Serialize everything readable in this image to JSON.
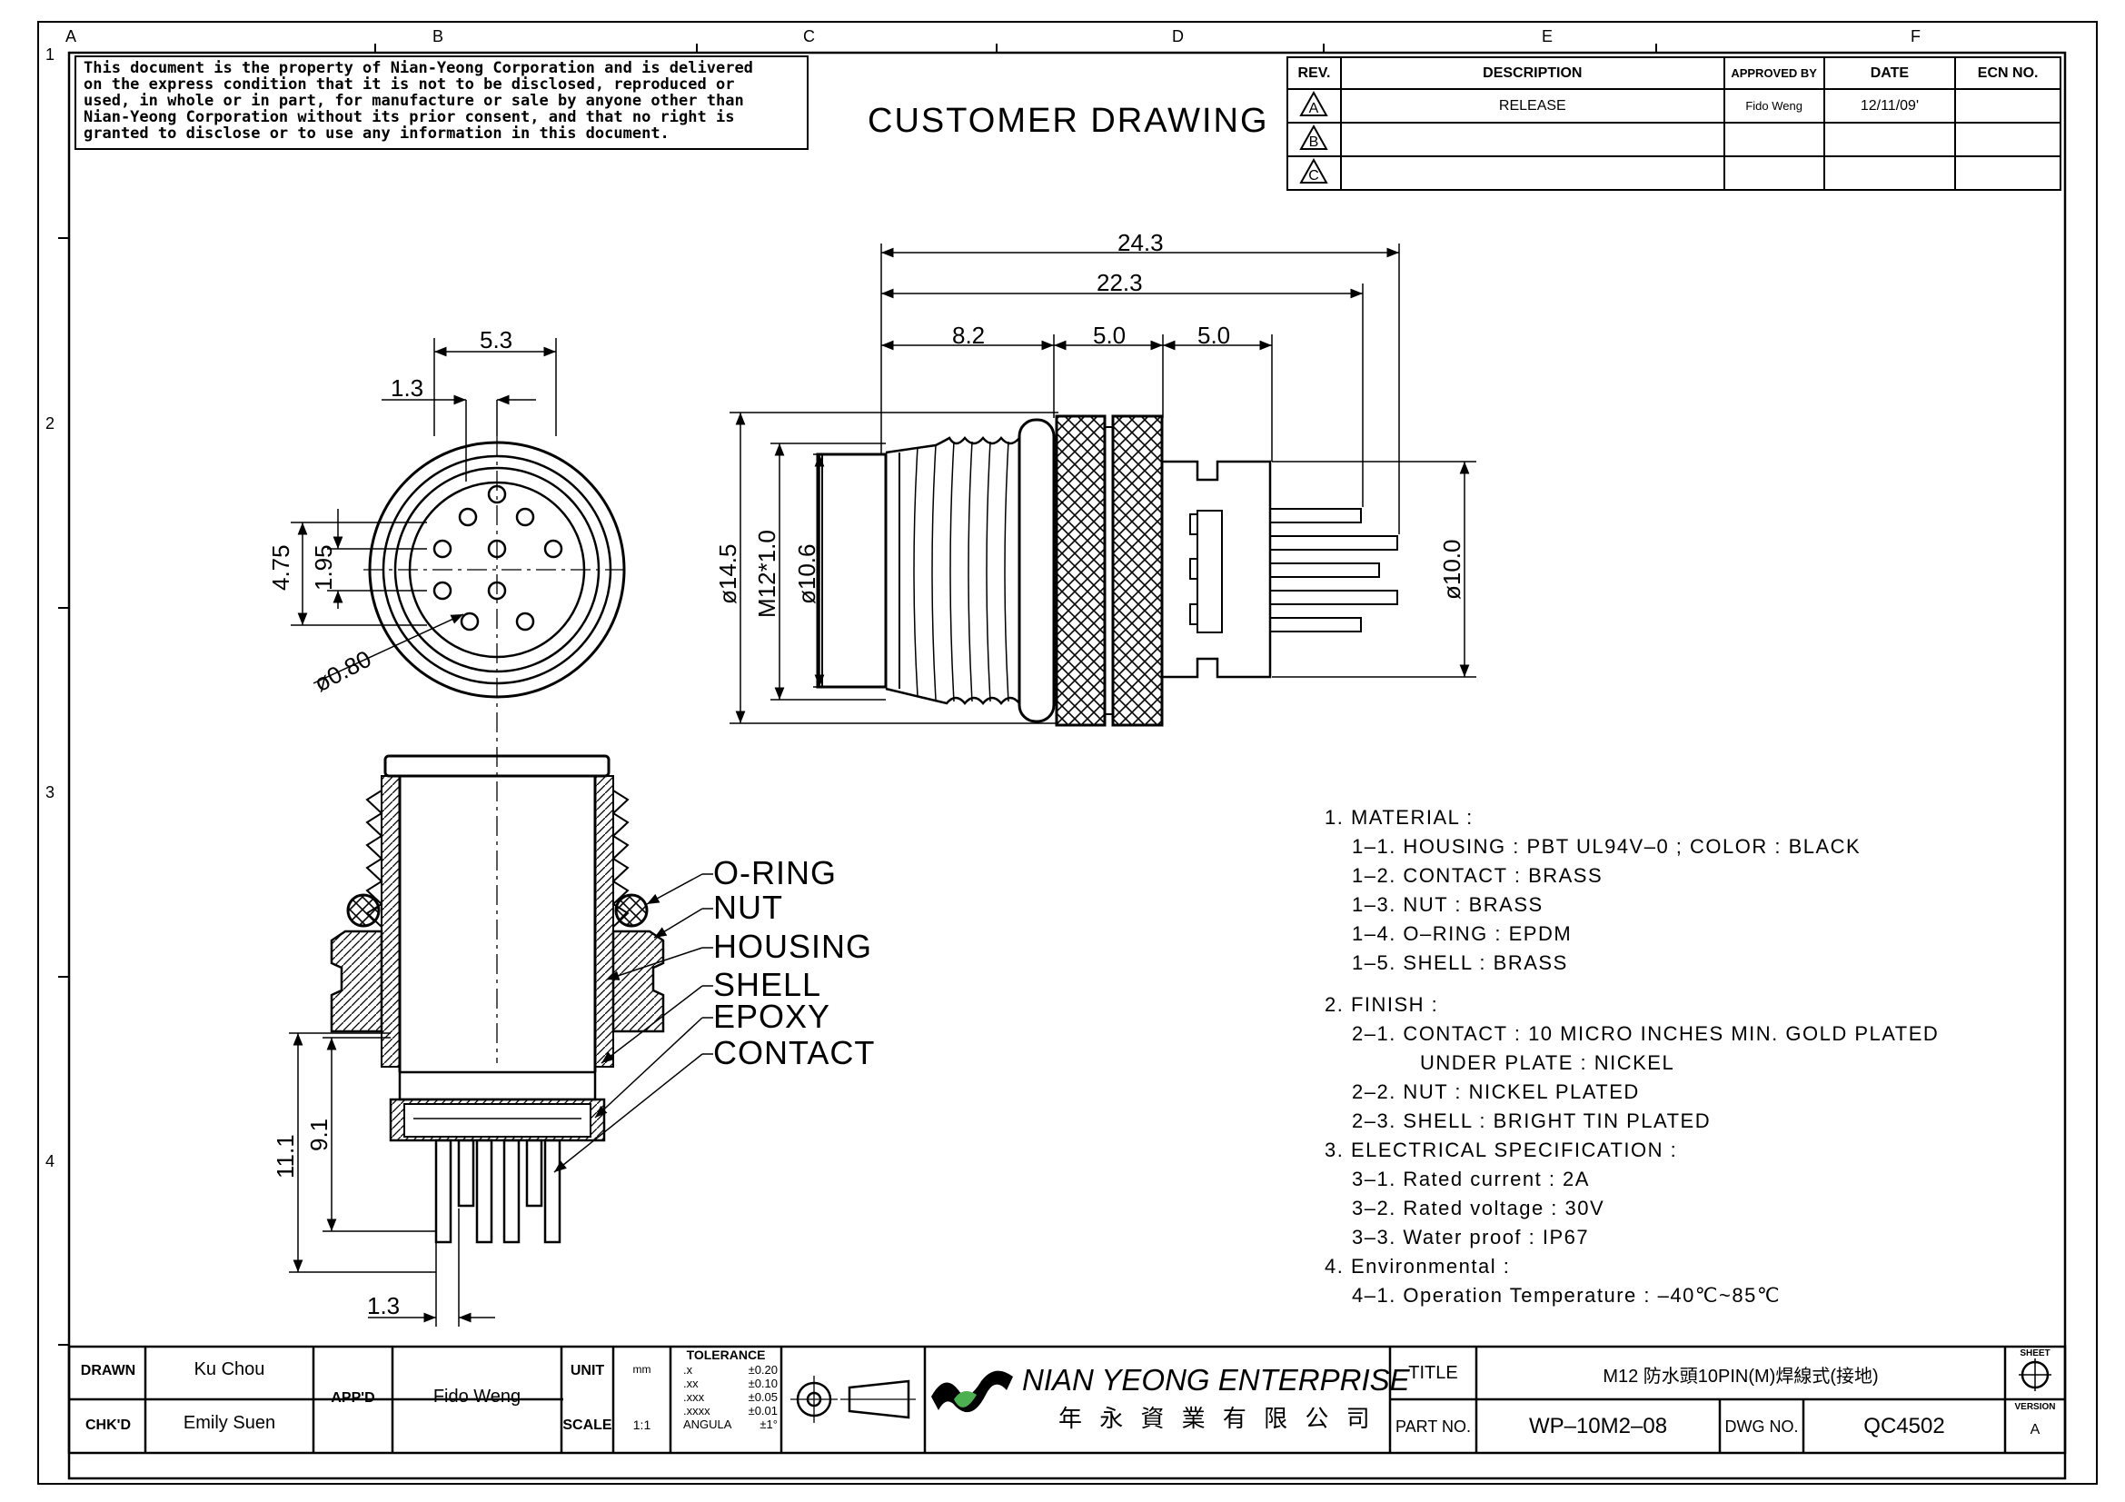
{
  "disclaimer": {
    "lines": [
      "This document is the property of Nian-Yeong Corporation and is delivered",
      "on  the  express condition that it is not to be disclosed, reproduced or",
      "used, in whole or in part, for manufacture or sale by anyone other than",
      "Nian-Yeong Corporation without  its prior consent, and that  no right  is",
      "granted to disclose or to use any information in this  document."
    ]
  },
  "drawing_title": "CUSTOMER  DRAWING",
  "zones": {
    "cols": [
      "A",
      "B",
      "C",
      "D",
      "E",
      "F"
    ],
    "rows": [
      "1",
      "2",
      "3",
      "4"
    ]
  },
  "revision_table": {
    "headers": [
      "REV.",
      "DESCRIPTION",
      "APPROVED BY",
      "DATE",
      "ECN NO."
    ],
    "rows": [
      {
        "rev": "A",
        "description": "RELEASE",
        "approved": "Fido Weng",
        "date": "12/11/09'",
        "ecn": ""
      },
      {
        "rev": "B",
        "description": "",
        "approved": "",
        "date": "",
        "ecn": ""
      },
      {
        "rev": "C",
        "description": "",
        "approved": "",
        "date": "",
        "ecn": ""
      }
    ]
  },
  "dimensions": {
    "front": {
      "d1": "5.3",
      "d2": "1.3",
      "d3": "4.75",
      "d4": "1.95",
      "d5": "ø0.80"
    },
    "side": {
      "d24": "24.3",
      "d22": "22.3",
      "d8": "8.2",
      "d5a": "5.0",
      "d5b": "5.0",
      "d145": "ø14.5",
      "dm12": "M12*1.0",
      "d106": "ø10.6",
      "d10": "ø10.0"
    },
    "section": {
      "d111": "11.1",
      "d91": "9.1",
      "d13": "1.3"
    }
  },
  "callouts": [
    "O-RING",
    "NUT",
    "HOUSING",
    "SHELL",
    "EPOXY",
    "CONTACT"
  ],
  "notes": {
    "lines": [
      {
        "text": "1.  MATERIAL  :",
        "indent": 0
      },
      {
        "text": "1–1.  HOUSING  :  PBT  UL94V–0  ;  COLOR  :  BLACK",
        "indent": 1
      },
      {
        "text": "1–2.  CONTACT  :  BRASS",
        "indent": 1
      },
      {
        "text": "1–3.  NUT  :  BRASS",
        "indent": 1
      },
      {
        "text": "1–4.  O–RING  :  EPDM",
        "indent": 1
      },
      {
        "text": "1–5.  SHELL  :  BRASS",
        "indent": 1
      },
      {
        "text": "",
        "indent": -1
      },
      {
        "text": "2.  FINISH  :",
        "indent": 0
      },
      {
        "text": "2–1.  CONTACT  :  10  MICRO  INCHES  MIN.  GOLD  PLATED",
        "indent": 1
      },
      {
        "text": "UNDER  PLATE  :  NICKEL",
        "indent": 2
      },
      {
        "text": "2–2.  NUT  :  NICKEL  PLATED",
        "indent": 1
      },
      {
        "text": "2–3.  SHELL  :  BRIGHT  TIN  PLATED",
        "indent": 1
      },
      {
        "text": "3.  ELECTRICAL  SPECIFICATION  :",
        "indent": 0
      },
      {
        "text": "3–1.  Rated  current  :  2A",
        "indent": 1
      },
      {
        "text": "3–2.  Rated  voltage  :  30V",
        "indent": 1
      },
      {
        "text": "3–3.  Water  proof  :  IP67",
        "indent": 1
      },
      {
        "text": "4.  Environmental  :",
        "indent": 0
      },
      {
        "text": "4–1.  Operation  Temperature  :  –40℃~85℃",
        "indent": 1
      }
    ]
  },
  "title_block": {
    "drawn_label": "DRAWN",
    "drawn_value": "Ku Chou",
    "chkd_label": "CHK'D",
    "chkd_value": "Emily Suen",
    "appd_label": "APP'D",
    "appd_value": "Fido Weng",
    "unit_label": "UNIT",
    "unit_value": "mm",
    "scale_label": "SCALE",
    "scale_value": "1:1",
    "tolerance_title": "TOLERANCE",
    "tolerance_rows": [
      [
        ".x",
        "±0.20"
      ],
      [
        ".xx",
        "±0.10"
      ],
      [
        ".xxx",
        "±0.05"
      ],
      [
        ".xxxx",
        "±0.01"
      ],
      [
        "ANGULA",
        "±1°"
      ]
    ],
    "company_name": "NIAN YEONG ENTERPRISE",
    "company_chinese": "年 永 資 業 有 限 公 司",
    "title_label": "TITLE",
    "title_value": "M12  防水頭10PIN(M)焊線式(接地)",
    "part_label": "PART NO.",
    "part_value": "WP–10M2–08",
    "dwg_label": "DWG NO.",
    "dwg_value": "QC4502",
    "sheet_label": "SHEET",
    "version_label": "VERSION",
    "version_value": "A"
  }
}
